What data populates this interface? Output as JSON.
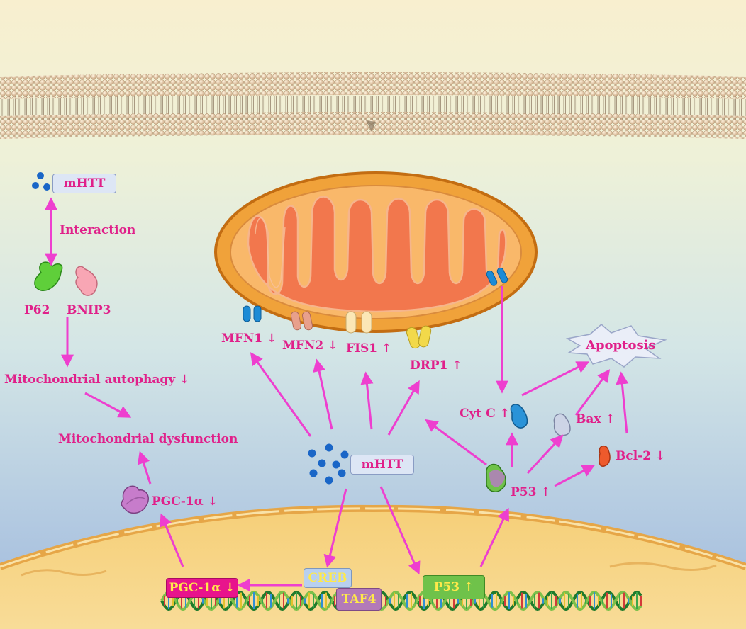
{
  "labels": {
    "mhtt_top": "mHTT",
    "interaction": "Interaction",
    "p62": "P62",
    "bnip3": "BNIP3",
    "mito_autophagy": "Mitochondrial autophagy ↓",
    "mito_dysfunction": "Mitochondrial dysfunction",
    "pgc1a_protein": "PGC-1α ↓",
    "mfn1": "MFN1 ↓",
    "mfn2": "MFN2 ↓",
    "fis1": "FIS1 ↑",
    "drp1": "DRP1 ↑",
    "mhtt_center": "mHTT",
    "apoptosis": "Apoptosis",
    "cytc": "Cyt C ↑",
    "bax": "Bax ↑",
    "bcl2": "Bcl-2 ↓",
    "p53_protein": "P53 ↑",
    "pgc1a_gene": "PGC-1α ↓",
    "creb": "CREB",
    "taf4": "TAF4",
    "p53_gene": "P53 ↑"
  },
  "colors": {
    "arrow": "#ee3fcf",
    "label": "#e0208a",
    "gene_label": "#ffe94a",
    "mhtt_dot": "#1a66c7"
  }
}
